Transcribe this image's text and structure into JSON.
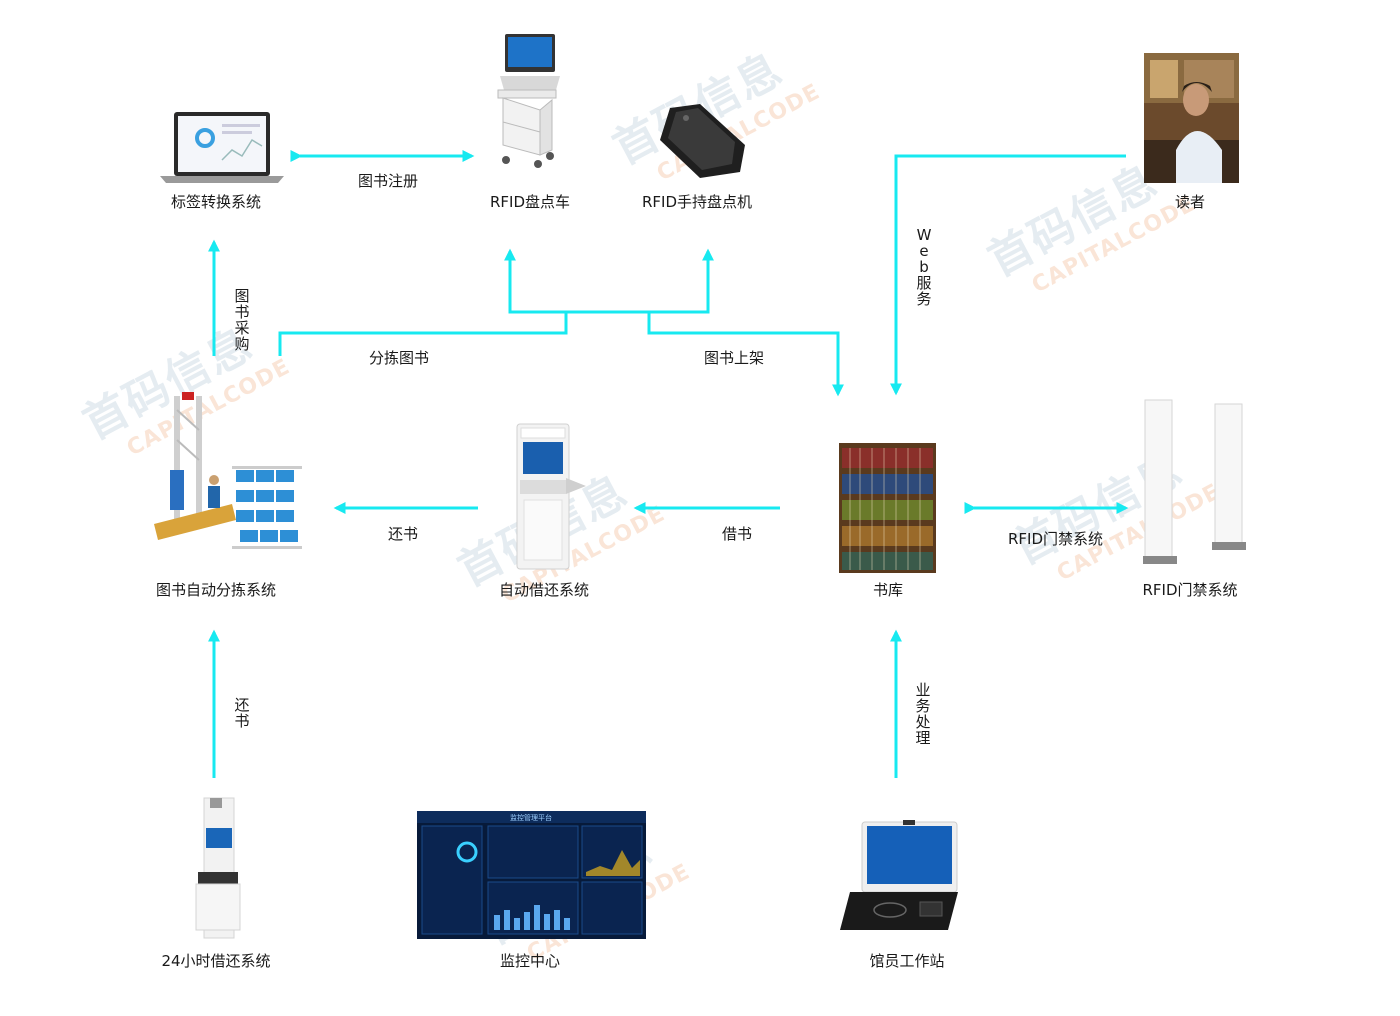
{
  "nodes": {
    "label_converter": "标签转换系统",
    "rfid_cart": "RFID盘点车",
    "rfid_handheld": "RFID手持盘点机",
    "reader": "读者",
    "sorting_system": "图书自动分拣系统",
    "self_service": "自动借还系统",
    "stacks": "书库",
    "gate_device": "RFID门禁系统",
    "kiosk_24h": "24小时借还系统",
    "monitor_center": "监控中心",
    "librarian_station": "馆员工作站"
  },
  "edges": {
    "book_register": "图书注册",
    "book_purchase": "图书采购",
    "sort_books": "分拣图书",
    "shelve_books": "图书上架",
    "web_service": "Web服务",
    "return_books": "还书",
    "borrow_books": "借书",
    "gate_link": "RFID门禁系统",
    "return_24h": "还书",
    "business": "业务处理"
  },
  "watermark": {
    "cn": "首码信息",
    "en": "CAPITALCODE"
  },
  "dashboard": {
    "title": "监控管理平台"
  },
  "colors": {
    "arrow": "#17e9f0",
    "text": "#1a1a1a",
    "watermark_blue": "#b4c8d7",
    "watermark_orange": "#f0b48c"
  }
}
